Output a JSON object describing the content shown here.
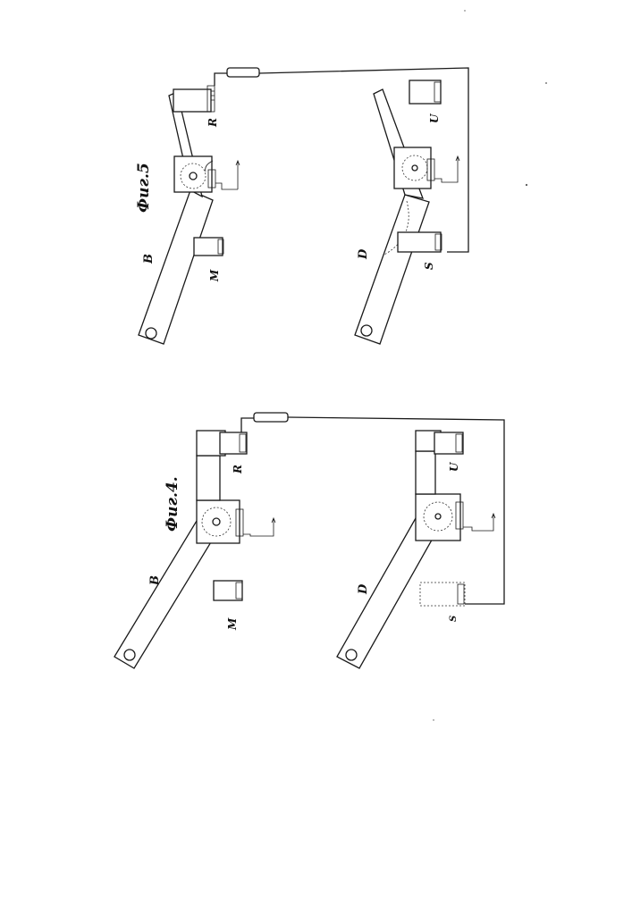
{
  "figures": [
    {
      "id": "fig5",
      "title": "Фиг.5",
      "labels": {
        "arm_upper": "B",
        "arm_lower": "D",
        "switch_top": "R",
        "contact_m": "M",
        "contact_s": "S",
        "contact_u": "U"
      }
    },
    {
      "id": "fig4",
      "title": "Фиг.4.",
      "labels": {
        "arm_upper": "B",
        "arm_lower": "D",
        "switch_top": "R",
        "contact_m": "M",
        "contact_s": "S",
        "contact_u": "U"
      }
    }
  ]
}
